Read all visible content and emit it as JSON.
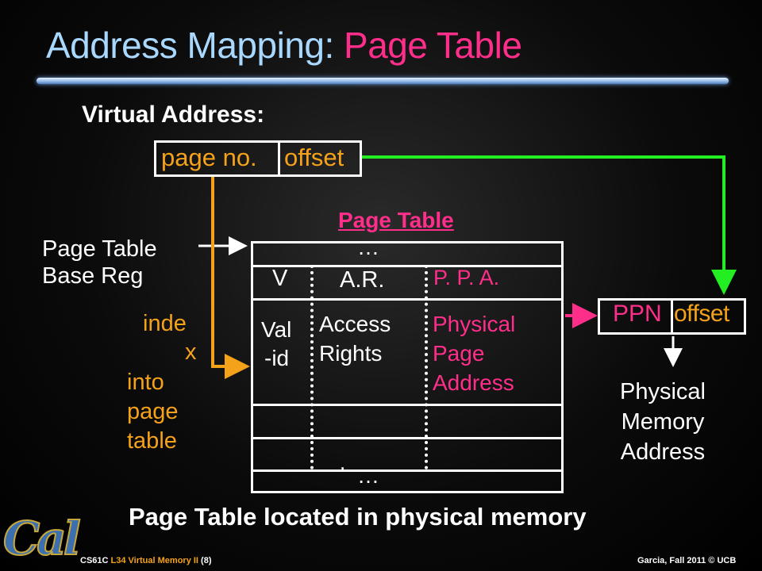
{
  "title": {
    "part1": "Address Mapping: ",
    "part2": "Page Table"
  },
  "virtual_address": {
    "label": "Virtual Address:",
    "page_no": "page no.",
    "offset": "offset"
  },
  "page_table": {
    "heading": "Page Table",
    "base_reg_line1": "Page Table",
    "base_reg_line2": "Base Reg",
    "top_ellipsis": "…",
    "bottom_ellipsis": "…",
    "bottom_dot": ".",
    "col_v": "V",
    "col_ar": "A.R.",
    "col_ppa": "P. P. A.",
    "valid_line1": "Val",
    "valid_line2": "-id",
    "access_line1": "Access",
    "access_line2": "Rights",
    "phys_line1": "Physical",
    "phys_line2": "Page",
    "phys_line3": "Address"
  },
  "index_label": {
    "line1": "inde",
    "line2": "x",
    "line3": "into",
    "line4": "page",
    "line5": "table"
  },
  "physical_address": {
    "ppn": "PPN",
    "offset": "offset",
    "line1": "Physical",
    "line2": "Memory",
    "line3": "Address"
  },
  "caption": "Page Table located in physical memory",
  "footer": {
    "course": "CS61C ",
    "lecture": "L34 Virtual Memory II",
    "slide": " (8)",
    "credit": "Garcia, Fall 2011 © UCB"
  },
  "logo_text": "Cal",
  "colors": {
    "title_blue": "#a9d8ff",
    "pink": "#ff2e8a",
    "orange": "#f5a21b",
    "green": "#22ee22"
  }
}
